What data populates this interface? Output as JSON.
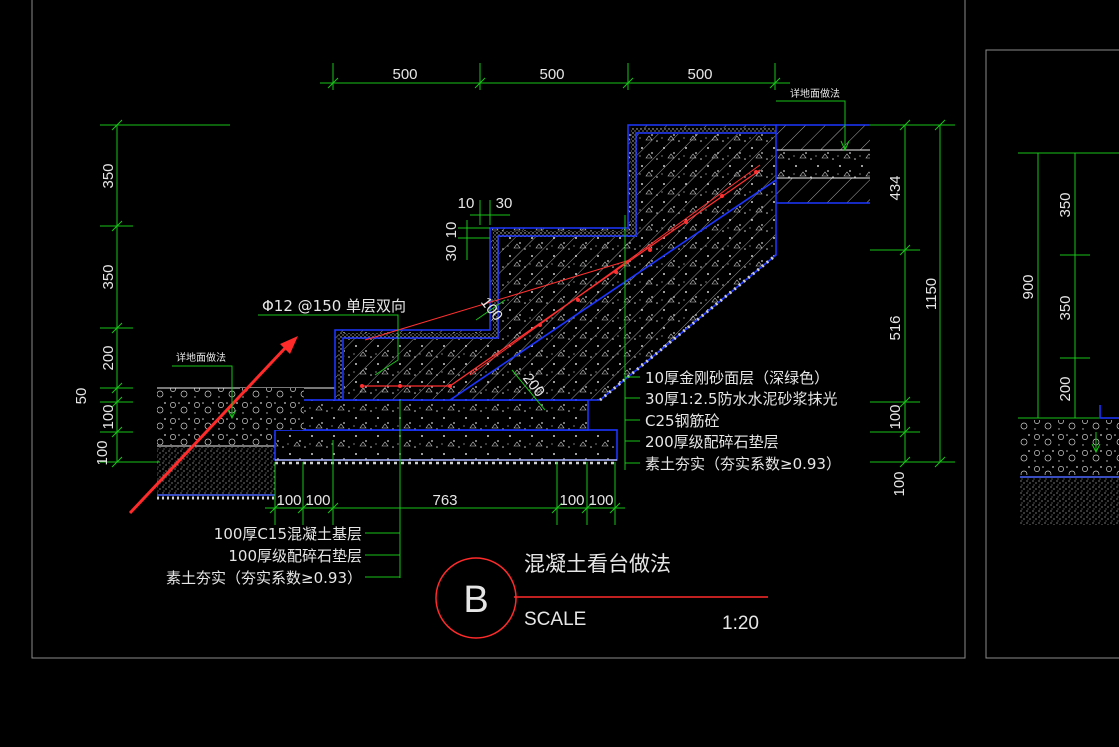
{
  "drawing": {
    "title": "混凝土看台做法",
    "detail_label": "B",
    "scale_label": "SCALE",
    "scale_value": "1:20",
    "colors": {
      "background": "#000000",
      "dim_line": "#19c419",
      "outline": "#1c35ff",
      "rebar": "#ff3030",
      "text": "#e6e6e6"
    }
  },
  "dimensions": {
    "top": [
      "500",
      "500",
      "500"
    ],
    "left": [
      "350",
      "350",
      "200",
      "50",
      "100",
      "100"
    ],
    "right": [
      "434",
      "516",
      "100",
      "100"
    ],
    "right_total": "1150",
    "bottom": [
      "100",
      "100",
      "763",
      "100",
      "100"
    ],
    "small_10": "10",
    "small_30": "30",
    "small_30_v": "30",
    "small_10_v": "10",
    "slab_100": "100",
    "slab_200": "200",
    "right_panel": [
      "900",
      "350",
      "350",
      "200"
    ]
  },
  "annotations": {
    "rebar": "Φ12 @150 单层双向",
    "floor_left": "详地面做法",
    "floor_right": "详地面做法",
    "layers_right": [
      "10厚金刚砂面层（深绿色）",
      "30厚1:2.5防水水泥砂浆抹光",
      "C25钢筋砼",
      "200厚级配碎石垫层",
      "素土夯实（夯实系数≥0.93）"
    ],
    "layers_left": [
      "100厚C15混凝土基层",
      "100厚级配碎石垫层",
      "素土夯实（夯实系数≥0.93）"
    ]
  }
}
